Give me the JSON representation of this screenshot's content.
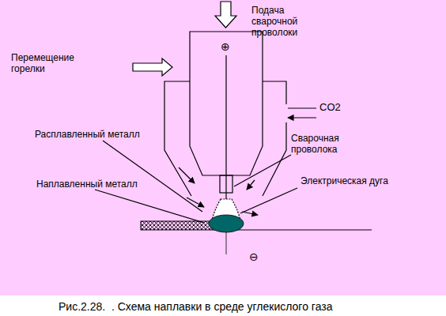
{
  "diagram": {
    "caption": "Рис.2.28.  . Схема наплавки в среде углекислого газа",
    "labels": [
      "Подача сварочной проволоки",
      "Перемещение горелки",
      "CO2",
      "Расплавленный металл",
      "Сварочная проволока",
      "Наплавленный металл",
      "Электрическая дуга",
      "⊕",
      "⊖"
    ]
  }
}
